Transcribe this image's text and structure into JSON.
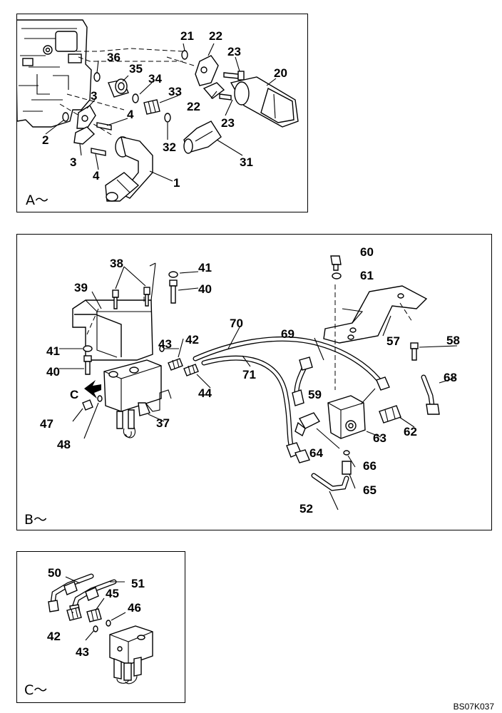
{
  "panels": {
    "a": {
      "tag": "A～"
    },
    "b": {
      "tag": "B～"
    },
    "c": {
      "tag": "C～"
    }
  },
  "view_arrow": {
    "label": "C"
  },
  "callouts": {
    "a": [
      "21",
      "22",
      "36",
      "23",
      "35",
      "34",
      "20",
      "33",
      "3",
      "4",
      "22",
      "23",
      "2",
      "32",
      "31",
      "3",
      "4",
      "1"
    ],
    "b": [
      "60",
      "61",
      "38",
      "41",
      "39",
      "40",
      "70",
      "69",
      "57",
      "58",
      "43",
      "42",
      "41",
      "40",
      "71",
      "44",
      "68",
      "59",
      "62",
      "63",
      "37",
      "47",
      "64",
      "66",
      "48",
      "65",
      "52"
    ],
    "c": [
      "50",
      "51",
      "45",
      "46",
      "42",
      "43"
    ]
  },
  "drawing_code": "BS07K037"
}
